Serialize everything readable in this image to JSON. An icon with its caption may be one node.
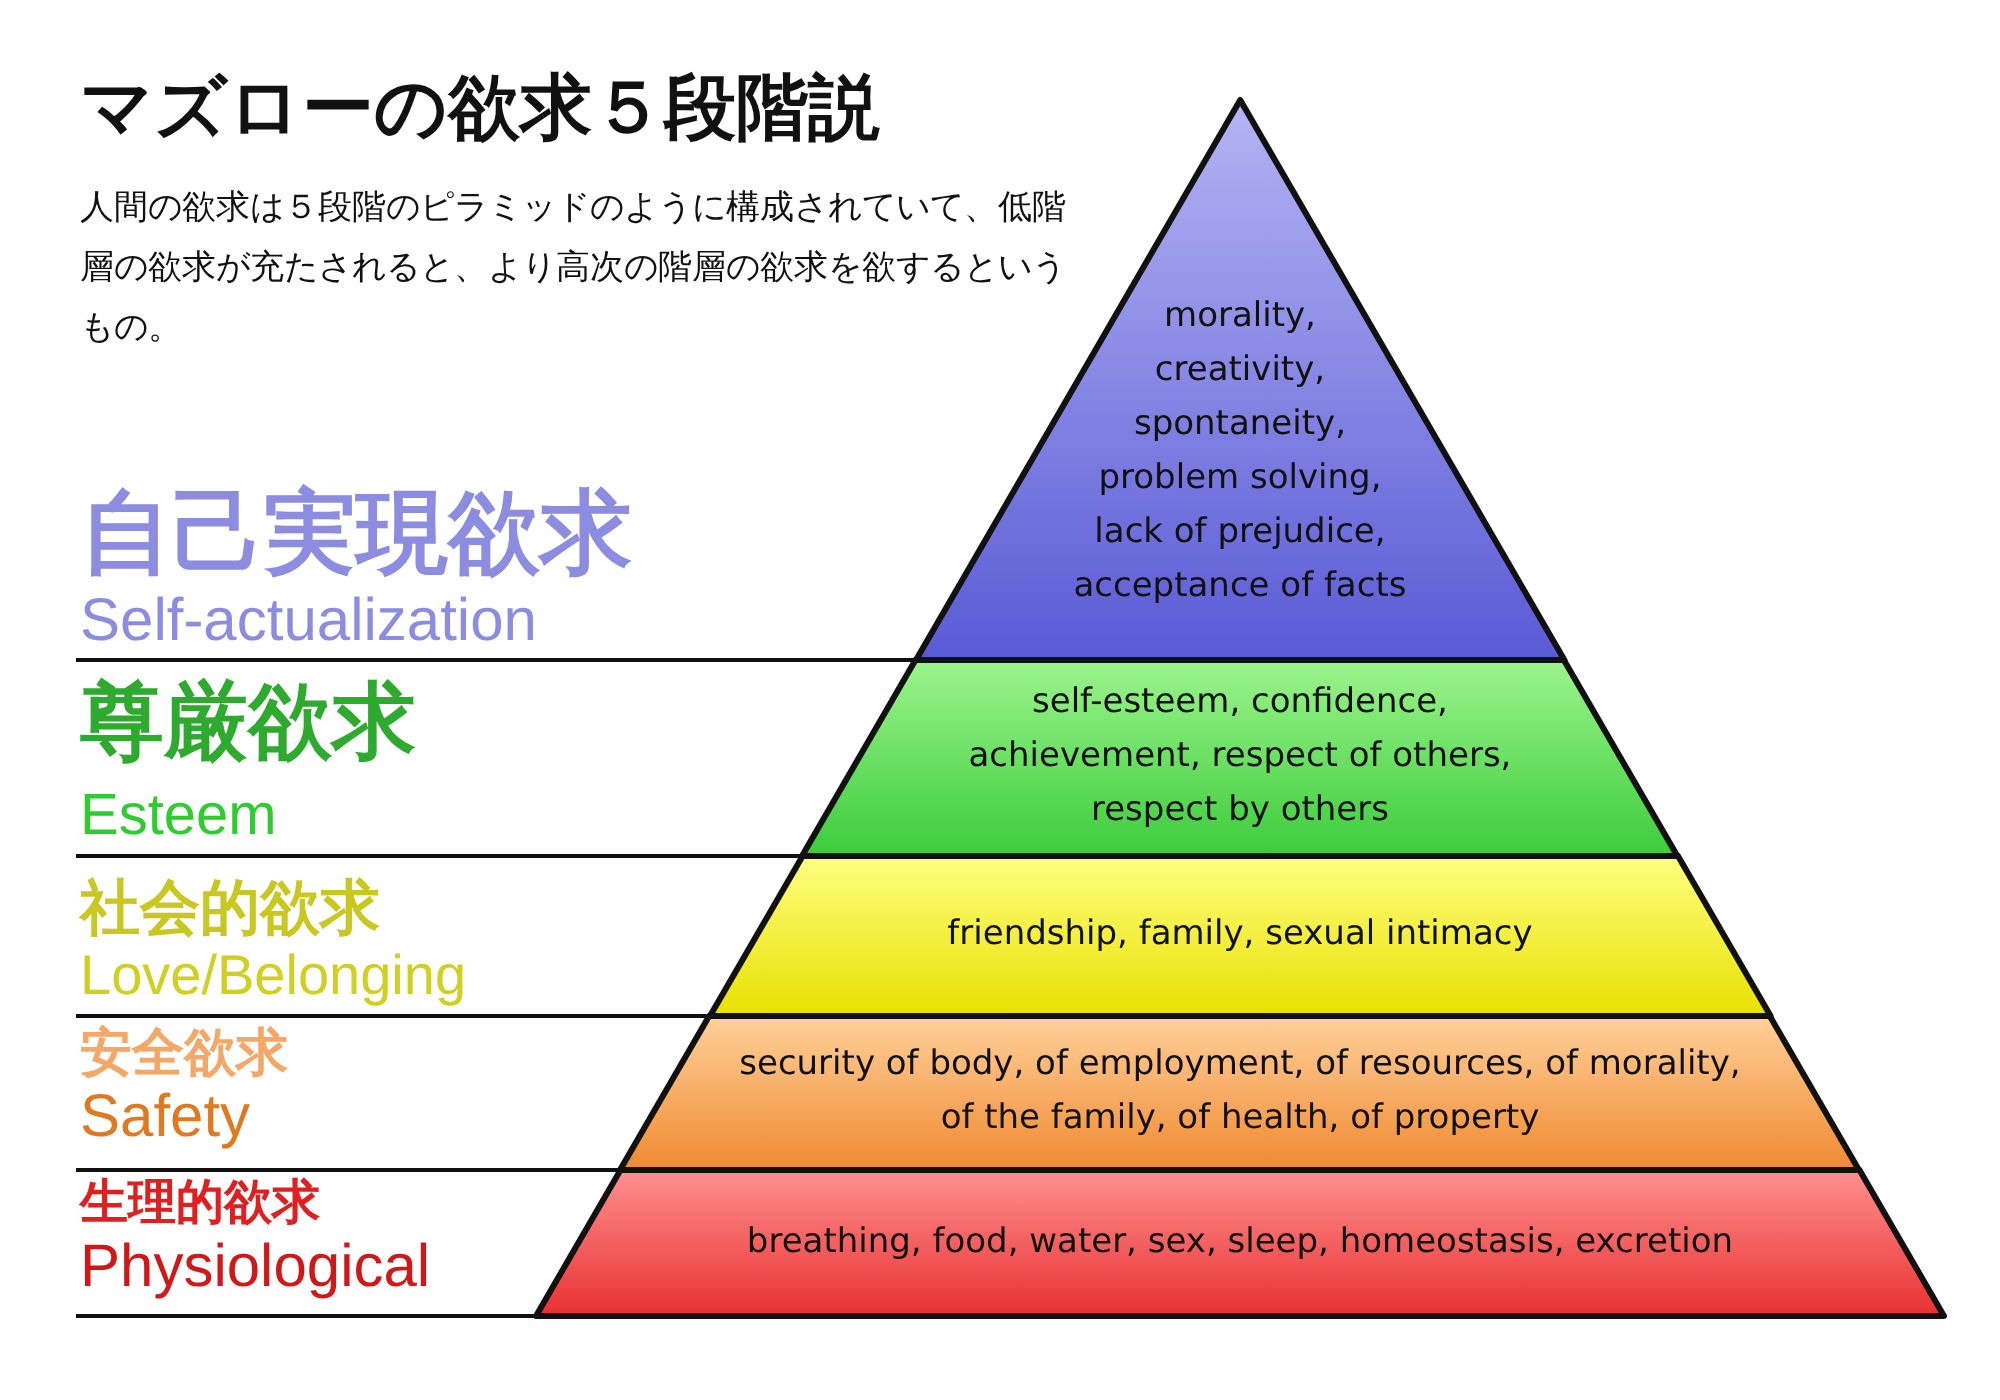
{
  "diagram": {
    "title": "マズローの欲求５段階説",
    "nodes": [
      {
        "text": [
          "morality, creativity, spontaneity, problem solving, lack of prejudice, acceptance of facts"
        ],
        "beside": [
          "自己実現欲求",
          "Self-actualization"
        ]
      },
      {
        "text": [
          "self-esteem, confidence, achievement, respect of others, respect by others"
        ],
        "beside": [
          "尊厳欲求",
          "Esteem"
        ]
      },
      {
        "text": [
          "friendship, family, sexual intimacy"
        ],
        "beside": [
          "社会的欲求",
          "Love/Belonging"
        ]
      },
      {
        "text": [
          "security of body, of employment, of resources, of morality, of the family, of health, of property"
        ],
        "beside": [
          "安全欲求",
          "Safety"
        ]
      },
      {
        "text": [
          "breathing, food, water, sex, sleep, homeostasis, excretion"
        ],
        "beside": [
          "生理的欲求",
          "Physiological"
        ]
      }
    ],
    "labels": [
      "人間の欲求は５段階のピラミッドのように構成されていて、低階層の欲求が充たされると、より高次の階層の欲求を欲するというもの。"
    ]
  }
}
